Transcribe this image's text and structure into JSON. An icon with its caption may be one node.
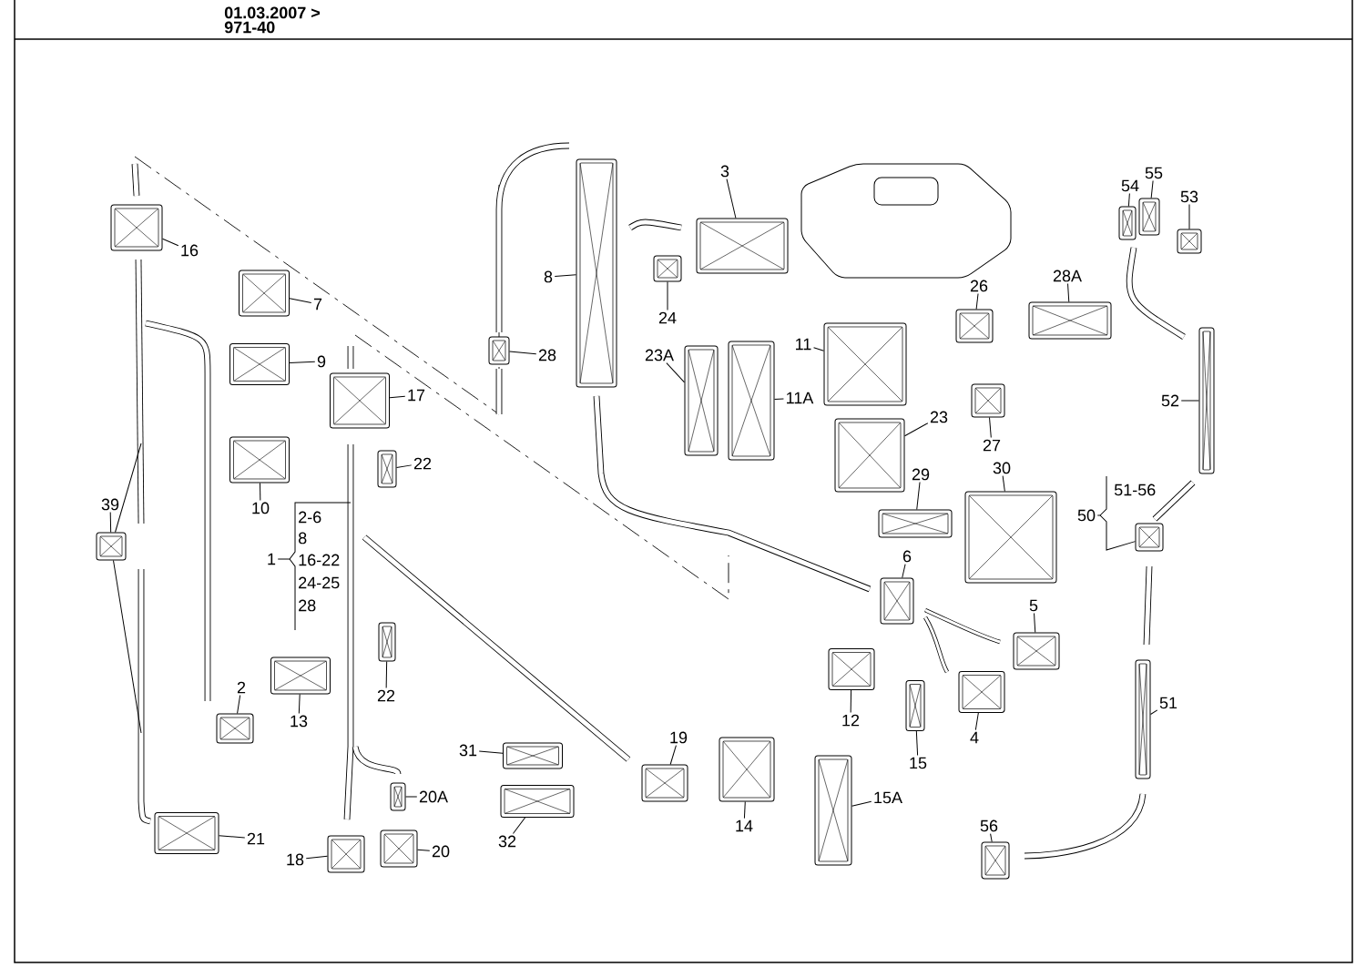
{
  "diagram": {
    "nodes": [
      {
        "text": [
          "16"
        ]
      },
      {
        "text": [],
        "shape": "picture"
      },
      {
        "text": [
          "7"
        ]
      },
      {
        "text": [],
        "shape": "picture"
      },
      {
        "text": [
          "9"
        ]
      },
      {
        "text": [],
        "shape": "picture"
      },
      {
        "text": [
          "17"
        ]
      },
      {
        "text": [],
        "shape": "picture"
      },
      {
        "text": [
          "22"
        ]
      },
      {
        "text": [],
        "shape": "picture"
      },
      {
        "text": [
          "10"
        ]
      },
      {
        "text": [],
        "shape": "picture"
      },
      {
        "text": [
          "39"
        ]
      },
      {
        "text": [],
        "shape": "picture"
      },
      {
        "text": [
          "1"
        ]
      },
      {
        "text": [
          "13"
        ]
      },
      {
        "text": [],
        "shape": "picture"
      },
      {
        "text": [
          "22"
        ]
      },
      {
        "text": [],
        "shape": "picture"
      },
      {
        "text": [
          "2"
        ]
      },
      {
        "text": [],
        "shape": "picture"
      },
      {
        "text": [
          "21"
        ]
      },
      {
        "text": [],
        "shape": "picture"
      },
      {
        "text": [
          "20A"
        ]
      },
      {
        "text": [],
        "shape": "picture"
      },
      {
        "text": [
          "18"
        ]
      },
      {
        "text": [],
        "shape": "picture"
      },
      {
        "text": [
          "20"
        ]
      },
      {
        "text": [],
        "shape": "picture"
      },
      {
        "text": [
          "8"
        ]
      },
      {
        "text": [],
        "shape": "picture"
      },
      {
        "text": [
          "28"
        ]
      },
      {
        "text": [],
        "shape": "picture"
      },
      {
        "text": [
          "3"
        ]
      },
      {
        "text": [],
        "shape": "picture"
      },
      {
        "text": [
          "24"
        ]
      },
      {
        "text": [],
        "shape": "picture"
      },
      {
        "text": [
          "23A"
        ]
      },
      {
        "text": [],
        "shape": "picture"
      },
      {
        "text": [
          "11"
        ]
      },
      {
        "text": [],
        "shape": "picture"
      },
      {
        "text": [
          "11A"
        ]
      },
      {
        "text": [],
        "shape": "picture"
      },
      {
        "text": [
          "23"
        ]
      },
      {
        "text": [],
        "shape": "picture"
      },
      {
        "text": [
          "19"
        ]
      },
      {
        "text": [],
        "shape": "picture"
      },
      {
        "text": [
          "31"
        ]
      },
      {
        "text": [],
        "shape": "picture"
      },
      {
        "text": [
          "32"
        ]
      },
      {
        "text": [],
        "shape": "picture"
      },
      {
        "text": [
          "14"
        ]
      },
      {
        "text": [],
        "shape": "picture"
      },
      {
        "text": [
          "15A"
        ]
      },
      {
        "text": [],
        "shape": "picture"
      },
      {
        "text": [
          "12"
        ]
      },
      {
        "text": [],
        "shape": "picture"
      },
      {
        "text": [
          "15"
        ]
      },
      {
        "text": [],
        "shape": "picture"
      },
      {
        "text": [
          "6"
        ]
      },
      {
        "text": [],
        "shape": "picture"
      },
      {
        "text": [
          "5"
        ]
      },
      {
        "text": [],
        "shape": "picture"
      },
      {
        "text": [
          "4"
        ]
      },
      {
        "text": [],
        "shape": "picture"
      },
      {
        "text": [
          "26"
        ]
      },
      {
        "text": [],
        "shape": "picture"
      },
      {
        "text": [
          "27"
        ]
      },
      {
        "text": [],
        "shape": "picture"
      },
      {
        "text": [
          "29"
        ]
      },
      {
        "text": [],
        "shape": "picture"
      },
      {
        "text": [
          "30"
        ]
      },
      {
        "text": [],
        "shape": "picture"
      },
      {
        "text": [
          "28A"
        ]
      },
      {
        "text": [],
        "shape": "picture"
      },
      {
        "text": [
          "54"
        ]
      },
      {
        "text": [],
        "shape": "picture"
      },
      {
        "text": [
          "55"
        ]
      },
      {
        "text": [],
        "shape": "picture"
      },
      {
        "text": [
          "53"
        ]
      },
      {
        "text": [],
        "shape": "picture"
      },
      {
        "text": [
          "52"
        ]
      },
      {
        "text": [],
        "shape": "picture"
      },
      {
        "text": [
          "50"
        ]
      },
      {
        "text": [],
        "shape": "picture"
      },
      {
        "text": [
          "51"
        ]
      },
      {
        "text": [],
        "shape": "picture"
      },
      {
        "text": [
          "56"
        ]
      },
      {
        "text": [],
        "shape": "picture"
      }
    ],
    "edges": [
      {
        "from": 0,
        "to": 1,
        "arrow": "none"
      },
      {
        "from": 2,
        "to": 3,
        "arrow": "none"
      },
      {
        "from": 4,
        "to": 5,
        "arrow": "none"
      },
      {
        "from": 6,
        "to": 7,
        "arrow": "none"
      },
      {
        "from": 8,
        "to": 9,
        "arrow": "none"
      },
      {
        "from": 10,
        "to": 11,
        "arrow": "none"
      },
      {
        "from": 12,
        "to": 13,
        "arrow": "none"
      },
      {
        "from": 13,
        "to": null,
        "arrow": "none"
      },
      {
        "from": 13,
        "to": null,
        "arrow": "none"
      },
      {
        "from": 14,
        "to": null,
        "arrow": "none"
      },
      {
        "from": 15,
        "to": 16,
        "arrow": "none"
      },
      {
        "from": 17,
        "to": 18,
        "arrow": "none"
      },
      {
        "from": 19,
        "to": 20,
        "arrow": "none"
      },
      {
        "from": 21,
        "to": 22,
        "arrow": "none"
      },
      {
        "from": 23,
        "to": 24,
        "arrow": "none"
      },
      {
        "from": 25,
        "to": 26,
        "arrow": "none"
      },
      {
        "from": 27,
        "to": 28,
        "arrow": "none"
      },
      {
        "from": 29,
        "to": 30,
        "arrow": "none"
      },
      {
        "from": 31,
        "to": 32,
        "arrow": "none"
      },
      {
        "from": 33,
        "to": 34,
        "arrow": "none"
      },
      {
        "from": 35,
        "to": 36,
        "arrow": "none"
      },
      {
        "from": 37,
        "to": 38,
        "arrow": "none"
      },
      {
        "from": 39,
        "to": 40,
        "arrow": "none"
      },
      {
        "from": 41,
        "to": 42,
        "arrow": "none"
      },
      {
        "from": 43,
        "to": 44,
        "arrow": "none"
      },
      {
        "from": 45,
        "to": 46,
        "arrow": "none"
      },
      {
        "from": 47,
        "to": 48,
        "arrow": "none"
      },
      {
        "from": 49,
        "to": 50,
        "arrow": "none"
      },
      {
        "from": 51,
        "to": 52,
        "arrow": "none"
      },
      {
        "from": 53,
        "to": 54,
        "arrow": "none"
      },
      {
        "from": 55,
        "to": 56,
        "arrow": "none"
      },
      {
        "from": 57,
        "to": 58,
        "arrow": "none"
      },
      {
        "from": 59,
        "to": 60,
        "arrow": "none"
      },
      {
        "from": 61,
        "to": 62,
        "arrow": "none"
      },
      {
        "from": 63,
        "to": 64,
        "arrow": "none"
      },
      {
        "from": 65,
        "to": 66,
        "arrow": "none"
      },
      {
        "from": 67,
        "to": 68,
        "arrow": "none"
      },
      {
        "from": 69,
        "to": 70,
        "arrow": "none"
      },
      {
        "from": 71,
        "to": 72,
        "arrow": "none"
      },
      {
        "from": 73,
        "to": 74,
        "arrow": "none"
      },
      {
        "from": 75,
        "to": 76,
        "arrow": "none"
      },
      {
        "from": 77,
        "to": 78,
        "arrow": "none"
      },
      {
        "from": 79,
        "to": 80,
        "arrow": "none"
      },
      {
        "from": 81,
        "to": 82,
        "arrow": "none"
      },
      {
        "from": 83,
        "to": 84,
        "arrow": "none"
      },
      {
        "from": 85,
        "to": 86,
        "arrow": "none"
      },
      {
        "from": 87,
        "to": 88,
        "arrow": "none"
      }
    ],
    "labels": [
      "01.03.2007 >",
      "971-40",
      "2-6",
      "8",
      "16-22",
      "24-25",
      "28",
      "51-56"
    ]
  }
}
